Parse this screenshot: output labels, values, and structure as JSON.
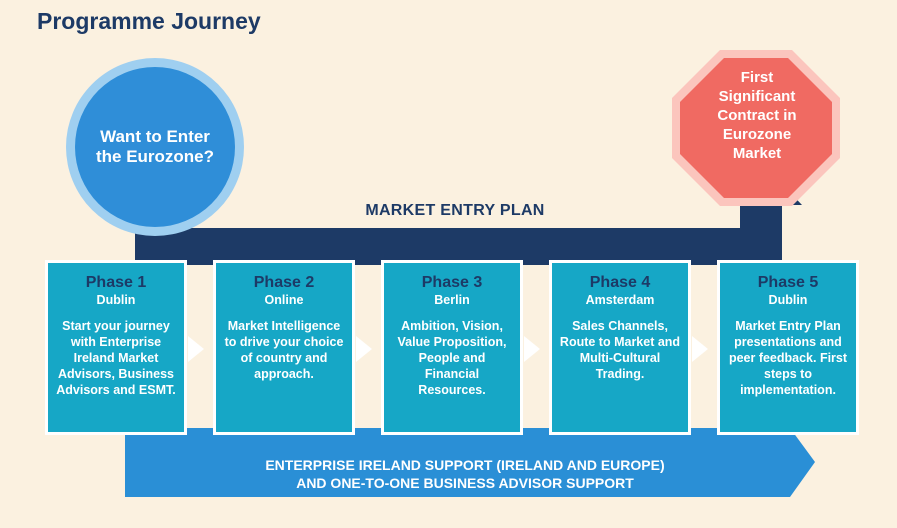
{
  "title": "Programme Journey",
  "start": {
    "text_line1": "Want to Enter",
    "text_line2": "the Eurozone?"
  },
  "goal": {
    "lines": [
      "First",
      "Significant",
      "Contract in",
      "Eurozone",
      "Market"
    ]
  },
  "plan": {
    "label": "MARKET ENTRY PLAN"
  },
  "phases": [
    {
      "title": "Phase 1",
      "city": "Dublin",
      "desc": "Start your journey with Enterprise Ireland Market Advisors, Business Advisors and ESMT."
    },
    {
      "title": "Phase 2",
      "city": "Online",
      "desc": "Market Intelligence to drive your choice of country and approach."
    },
    {
      "title": "Phase 3",
      "city": "Berlin",
      "desc": "Ambition, Vision, Value Proposition, People and Financial Resources."
    },
    {
      "title": "Phase 4",
      "city": "Amsterdam",
      "desc": "Sales Channels, Route to Market and Multi-Cultural Trading."
    },
    {
      "title": "Phase 5",
      "city": "Dublin",
      "desc": "Market Entry Plan presentations and peer feedback. First steps to implementation."
    }
  ],
  "support": {
    "line1": "ENTERPRISE IRELAND SUPPORT (IRELAND AND EUROPE)",
    "line2": "AND ONE-TO-ONE BUSINESS ADVISOR SUPPORT"
  },
  "colors": {
    "background": "#fbf1e0",
    "navy": "#1d3a66",
    "phase_teal": "#16a7c6",
    "circle_blue": "#2f8ed8",
    "circle_ring": "#9fcff0",
    "goal_red": "#f06a62",
    "goal_ring": "#fbc5bd",
    "support_blue": "#2a8fd6"
  }
}
